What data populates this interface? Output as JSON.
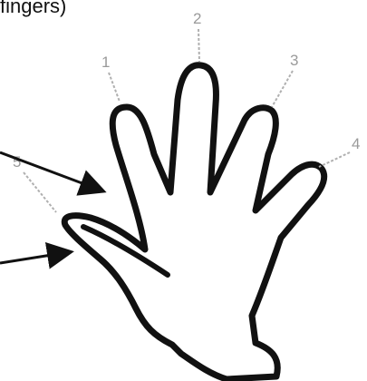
{
  "header": {
    "text": "fingers)"
  },
  "finger_labels": [
    "1",
    "2",
    "3",
    "4",
    "5"
  ],
  "colors": {
    "outline": "#111111",
    "label": "#9a9a9a",
    "leader": "#b0b0b0",
    "arrow": "#111111"
  }
}
